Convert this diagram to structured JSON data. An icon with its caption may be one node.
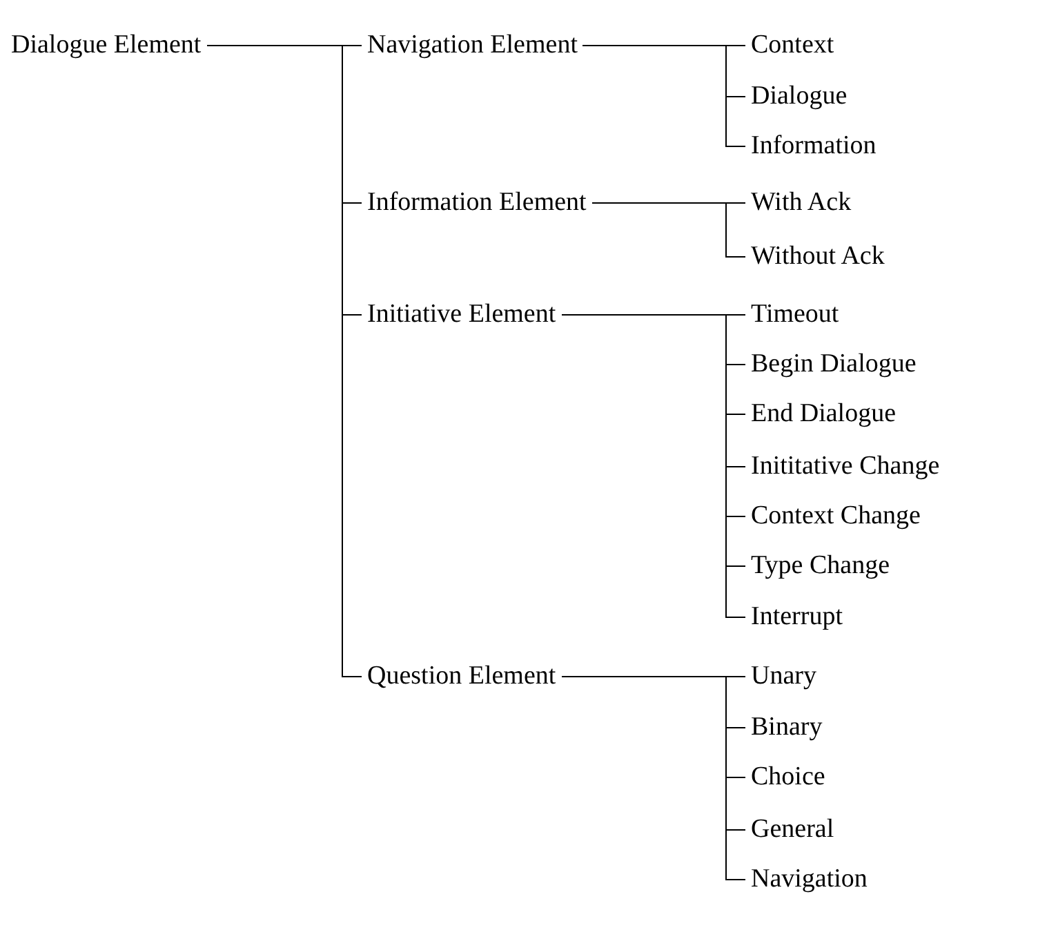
{
  "diagram": {
    "nodes": [
      {
        "text": [
          "Dialogue Element"
        ]
      },
      {
        "text": [
          "Navigation Element"
        ]
      },
      {
        "text": [
          "Context"
        ]
      },
      {
        "text": [
          "Dialogue"
        ]
      },
      {
        "text": [
          "Information"
        ]
      },
      {
        "text": [
          "Information Element"
        ]
      },
      {
        "text": [
          "With Ack"
        ]
      },
      {
        "text": [
          "Without Ack"
        ]
      },
      {
        "text": [
          "Initiative Element"
        ]
      },
      {
        "text": [
          "Timeout"
        ]
      },
      {
        "text": [
          "Begin Dialogue"
        ]
      },
      {
        "text": [
          "End Dialogue"
        ]
      },
      {
        "text": [
          "Inititative Change"
        ]
      },
      {
        "text": [
          "Context Change"
        ]
      },
      {
        "text": [
          "Type Change"
        ]
      },
      {
        "text": [
          "Interrupt"
        ]
      },
      {
        "text": [
          "Question Element"
        ]
      },
      {
        "text": [
          "Unary"
        ]
      },
      {
        "text": [
          "Binary"
        ]
      },
      {
        "text": [
          "Choice"
        ]
      },
      {
        "text": [
          "General"
        ]
      },
      {
        "text": [
          "Navigation"
        ]
      }
    ],
    "edges": [
      {
        "from": 0,
        "to": 1,
        "arrow": "none"
      },
      {
        "from": 0,
        "to": 5,
        "arrow": "none"
      },
      {
        "from": 0,
        "to": 8,
        "arrow": "none"
      },
      {
        "from": 0,
        "to": 16,
        "arrow": "none"
      },
      {
        "from": 1,
        "to": 2,
        "arrow": "none"
      },
      {
        "from": 1,
        "to": 3,
        "arrow": "none"
      },
      {
        "from": 1,
        "to": 4,
        "arrow": "none"
      },
      {
        "from": 5,
        "to": 6,
        "arrow": "none"
      },
      {
        "from": 5,
        "to": 7,
        "arrow": "none"
      },
      {
        "from": 8,
        "to": 9,
        "arrow": "none"
      },
      {
        "from": 8,
        "to": 10,
        "arrow": "none"
      },
      {
        "from": 8,
        "to": 11,
        "arrow": "none"
      },
      {
        "from": 8,
        "to": 12,
        "arrow": "none"
      },
      {
        "from": 8,
        "to": 13,
        "arrow": "none"
      },
      {
        "from": 8,
        "to": 14,
        "arrow": "none"
      },
      {
        "from": 8,
        "to": 15,
        "arrow": "none"
      },
      {
        "from": 16,
        "to": 17,
        "arrow": "none"
      },
      {
        "from": 16,
        "to": 18,
        "arrow": "none"
      },
      {
        "from": 16,
        "to": 19,
        "arrow": "none"
      },
      {
        "from": 16,
        "to": 20,
        "arrow": "none"
      },
      {
        "from": 16,
        "to": 21,
        "arrow": "none"
      }
    ]
  }
}
